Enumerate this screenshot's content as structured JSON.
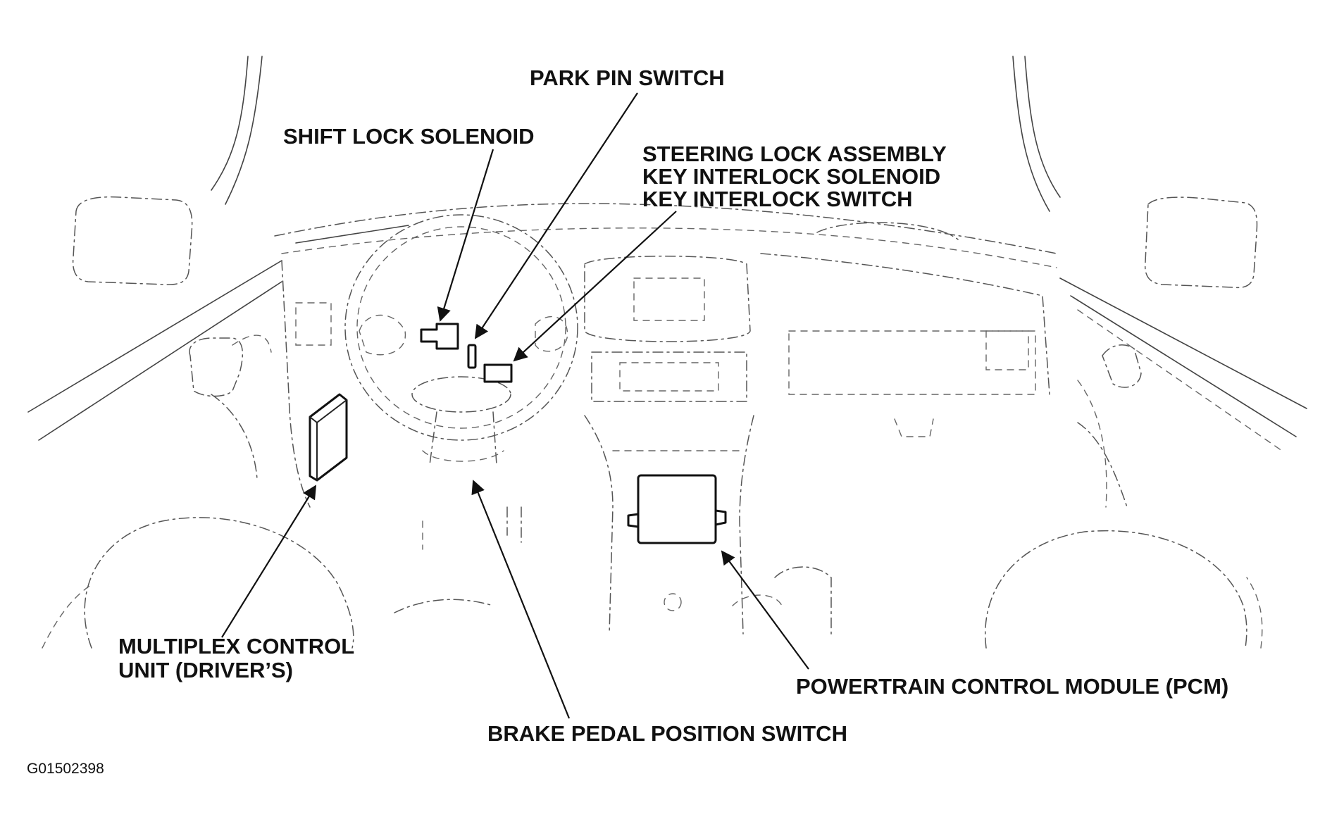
{
  "labels": {
    "park_pin_switch": "PARK PIN SWITCH",
    "shift_lock_solenoid": "SHIFT LOCK SOLENOID",
    "steering_lock_assembly": "STEERING LOCK ASSEMBLY",
    "key_interlock_solenoid": "KEY INTERLOCK SOLENOID",
    "key_interlock_switch": "KEY INTERLOCK SWITCH",
    "multiplex_line1": "MULTIPLEX CONTROL",
    "multiplex_line2": "UNIT (DRIVER’S)",
    "powertrain_control_module": "POWERTRAIN CONTROL MODULE (PCM)",
    "brake_pedal_position_switch": "BRAKE PEDAL POSITION SWITCH"
  },
  "figure_code": "G01502398",
  "colors": {
    "ink": "#111111",
    "background": "#ffffff"
  }
}
